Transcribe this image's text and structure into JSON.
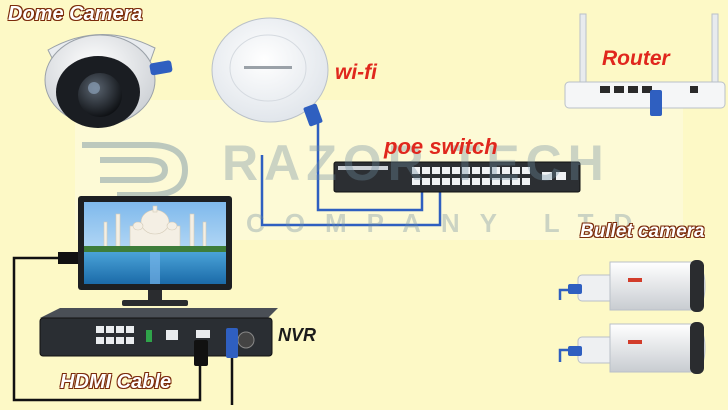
{
  "labels": {
    "dome_camera": "Dome Camera",
    "wifi": "wi-fi",
    "router": "Router",
    "poe_switch": "poe switch",
    "bullet_camera": "Bullet camera",
    "nvr": "NVR",
    "hdmi_cable": "HDMI Cable"
  },
  "watermark": {
    "line1": "RAZOR TECH",
    "line2": "COMPANY LTD"
  },
  "colors": {
    "background": "#fdf9c6",
    "label_red": "#e0271d",
    "cable_blue": "#2f5fc0",
    "cable_black": "#111111",
    "watermark": "#6f8da0"
  }
}
